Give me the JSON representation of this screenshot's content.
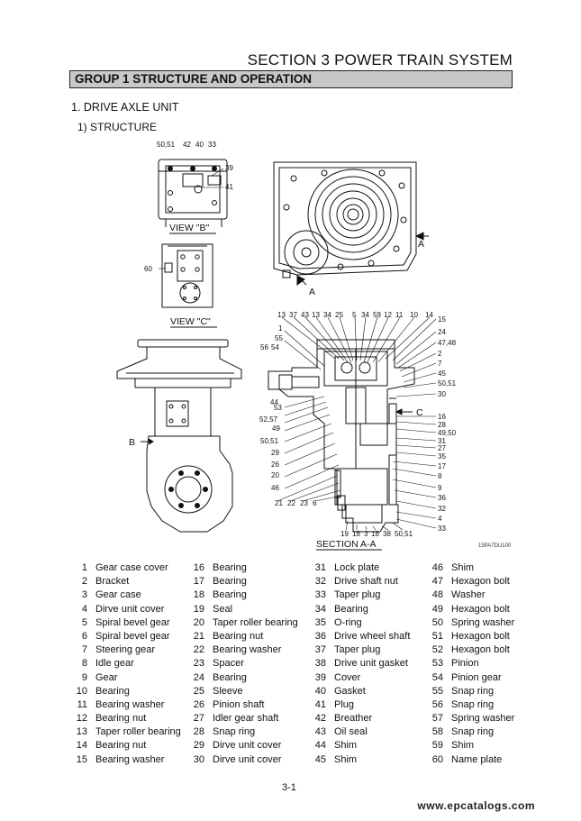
{
  "header": {
    "section_title": "SECTION 3 POWER TRAIN SYSTEM",
    "group_title": "GROUP 1 STRUCTURE AND OPERATION",
    "heading": "1. DRIVE AXLE UNIT",
    "subheading": "1) STRUCTURE"
  },
  "figure": {
    "view_b_label": "VIEW \"B\"",
    "view_c_label": "VIEW \"C\"",
    "section_label": "SECTION A-A",
    "drawing_code": "15PA7DU100",
    "arrow_a_top": "A",
    "arrow_a_bottom": "A",
    "arrow_b": "B",
    "arrow_c": "C",
    "view_b_callouts": {
      "top": [
        "50,51",
        "42",
        "40",
        "33"
      ],
      "c39": "39",
      "c41": "41"
    },
    "view_c_callout": "60",
    "section_top": [
      "13",
      "37",
      "43",
      "13",
      "34",
      "25",
      "5",
      "34",
      "59",
      "12",
      "11",
      "10",
      "14"
    ],
    "section_left": [
      "1",
      "55",
      "56",
      "54",
      "53",
      "44",
      "52,57",
      "49",
      "50,51",
      "29",
      "26",
      "20",
      "46"
    ],
    "section_right": [
      "15",
      "24",
      "47,48",
      "2",
      "7",
      "45",
      "50,51",
      "30",
      "16",
      "28",
      "49,50",
      "31",
      "27",
      "35",
      "17",
      "8",
      "9",
      "36",
      "32",
      "4",
      "33"
    ],
    "section_bottom_left": [
      "21",
      "22",
      "23",
      "6"
    ],
    "section_bottom": [
      "19",
      "18",
      "3",
      "18",
      "38",
      "50,51"
    ]
  },
  "parts": [
    {
      "no": "1",
      "name": "Gear case cover"
    },
    {
      "no": "2",
      "name": "Bracket"
    },
    {
      "no": "3",
      "name": "Gear case"
    },
    {
      "no": "4",
      "name": "Dirve unit cover"
    },
    {
      "no": "5",
      "name": "Spiral bevel gear"
    },
    {
      "no": "6",
      "name": "Spiral bevel gear"
    },
    {
      "no": "7",
      "name": "Steering gear"
    },
    {
      "no": "8",
      "name": "Idle gear"
    },
    {
      "no": "9",
      "name": "Gear"
    },
    {
      "no": "10",
      "name": "Bearing"
    },
    {
      "no": "11",
      "name": "Bearing washer"
    },
    {
      "no": "12",
      "name": "Bearing nut"
    },
    {
      "no": "13",
      "name": "Taper roller bearing"
    },
    {
      "no": "14",
      "name": "Bearing nut"
    },
    {
      "no": "15",
      "name": "Bearing washer"
    },
    {
      "no": "16",
      "name": "Bearing"
    },
    {
      "no": "17",
      "name": "Bearing"
    },
    {
      "no": "18",
      "name": "Bearing"
    },
    {
      "no": "19",
      "name": "Seal"
    },
    {
      "no": "20",
      "name": "Taper roller bearing"
    },
    {
      "no": "21",
      "name": "Bearing nut"
    },
    {
      "no": "22",
      "name": "Bearing washer"
    },
    {
      "no": "23",
      "name": "Spacer"
    },
    {
      "no": "24",
      "name": "Bearing"
    },
    {
      "no": "25",
      "name": "Sleeve"
    },
    {
      "no": "26",
      "name": "Pinion shaft"
    },
    {
      "no": "27",
      "name": "Idler gear shaft"
    },
    {
      "no": "28",
      "name": "Snap ring"
    },
    {
      "no": "29",
      "name": "Dirve unit cover"
    },
    {
      "no": "30",
      "name": "Dirve unit cover"
    },
    {
      "no": "31",
      "name": "Lock plate"
    },
    {
      "no": "32",
      "name": "Drive shaft nut"
    },
    {
      "no": "33",
      "name": "Taper plug"
    },
    {
      "no": "34",
      "name": "Bearing"
    },
    {
      "no": "35",
      "name": "O-ring"
    },
    {
      "no": "36",
      "name": "Drive wheel shaft"
    },
    {
      "no": "37",
      "name": "Taper plug"
    },
    {
      "no": "38",
      "name": "Drive unit gasket"
    },
    {
      "no": "39",
      "name": "Cover"
    },
    {
      "no": "40",
      "name": "Gasket"
    },
    {
      "no": "41",
      "name": "Plug"
    },
    {
      "no": "42",
      "name": "Breather"
    },
    {
      "no": "43",
      "name": "Oil seal"
    },
    {
      "no": "44",
      "name": "Shim"
    },
    {
      "no": "45",
      "name": "Shim"
    },
    {
      "no": "46",
      "name": "Shim"
    },
    {
      "no": "47",
      "name": "Hexagon bolt"
    },
    {
      "no": "48",
      "name": "Washer"
    },
    {
      "no": "49",
      "name": "Hexagon bolt"
    },
    {
      "no": "50",
      "name": "Spring washer"
    },
    {
      "no": "51",
      "name": "Hexagon bolt"
    },
    {
      "no": "52",
      "name": "Hexagon bolt"
    },
    {
      "no": "53",
      "name": "Pinion"
    },
    {
      "no": "54",
      "name": "Pinion gear"
    },
    {
      "no": "55",
      "name": "Snap ring"
    },
    {
      "no": "56",
      "name": "Snap ring"
    },
    {
      "no": "57",
      "name": "Spring washer"
    },
    {
      "no": "58",
      "name": "Snap ring"
    },
    {
      "no": "59",
      "name": "Shim"
    },
    {
      "no": "60",
      "name": "Name plate"
    }
  ],
  "footer": {
    "page_number": "3-1",
    "watermark": "www.epcatalogs.com"
  }
}
